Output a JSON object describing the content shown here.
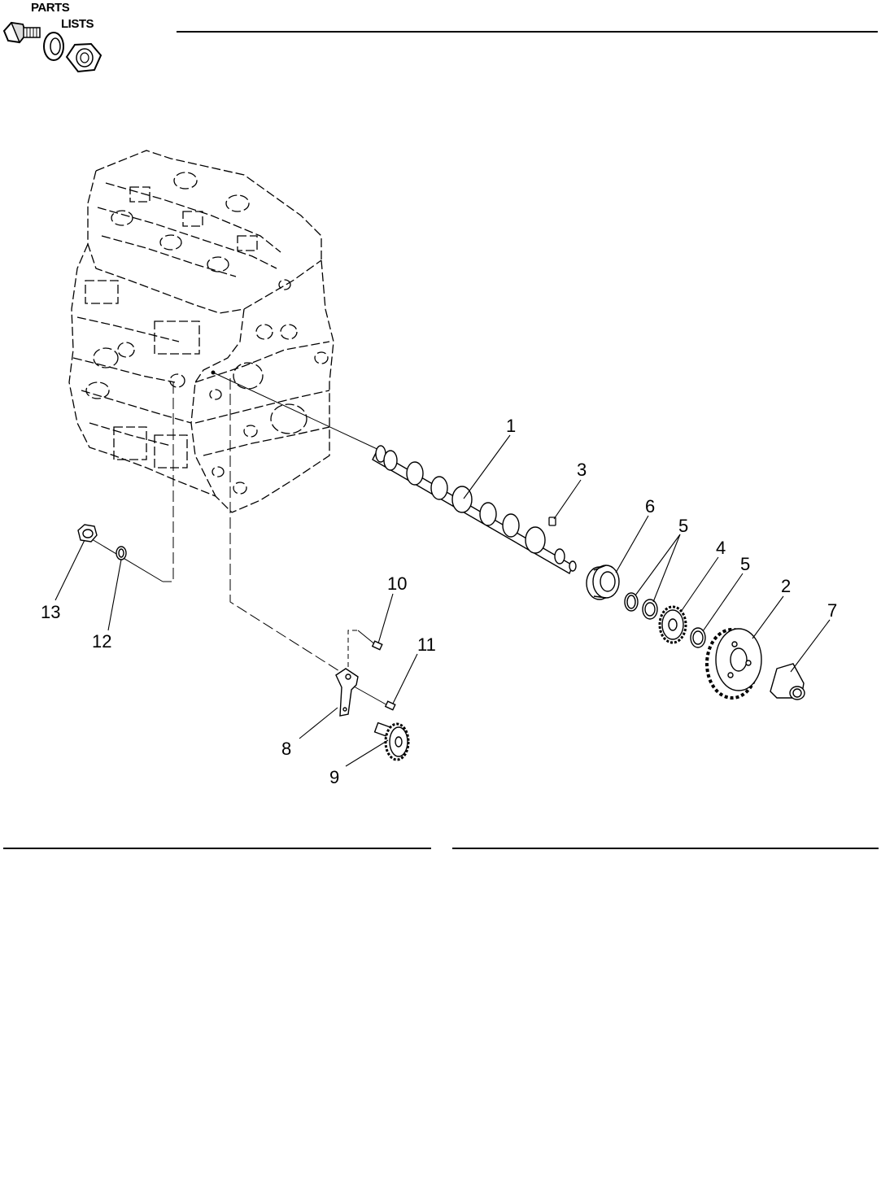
{
  "header": {
    "logo_line1": "PARTS",
    "logo_line2": "LISTS"
  },
  "diagram": {
    "callouts": [
      "1",
      "2",
      "3",
      "4",
      "5",
      "5",
      "6",
      "7",
      "8",
      "9",
      "10",
      "11",
      "12",
      "13"
    ]
  }
}
